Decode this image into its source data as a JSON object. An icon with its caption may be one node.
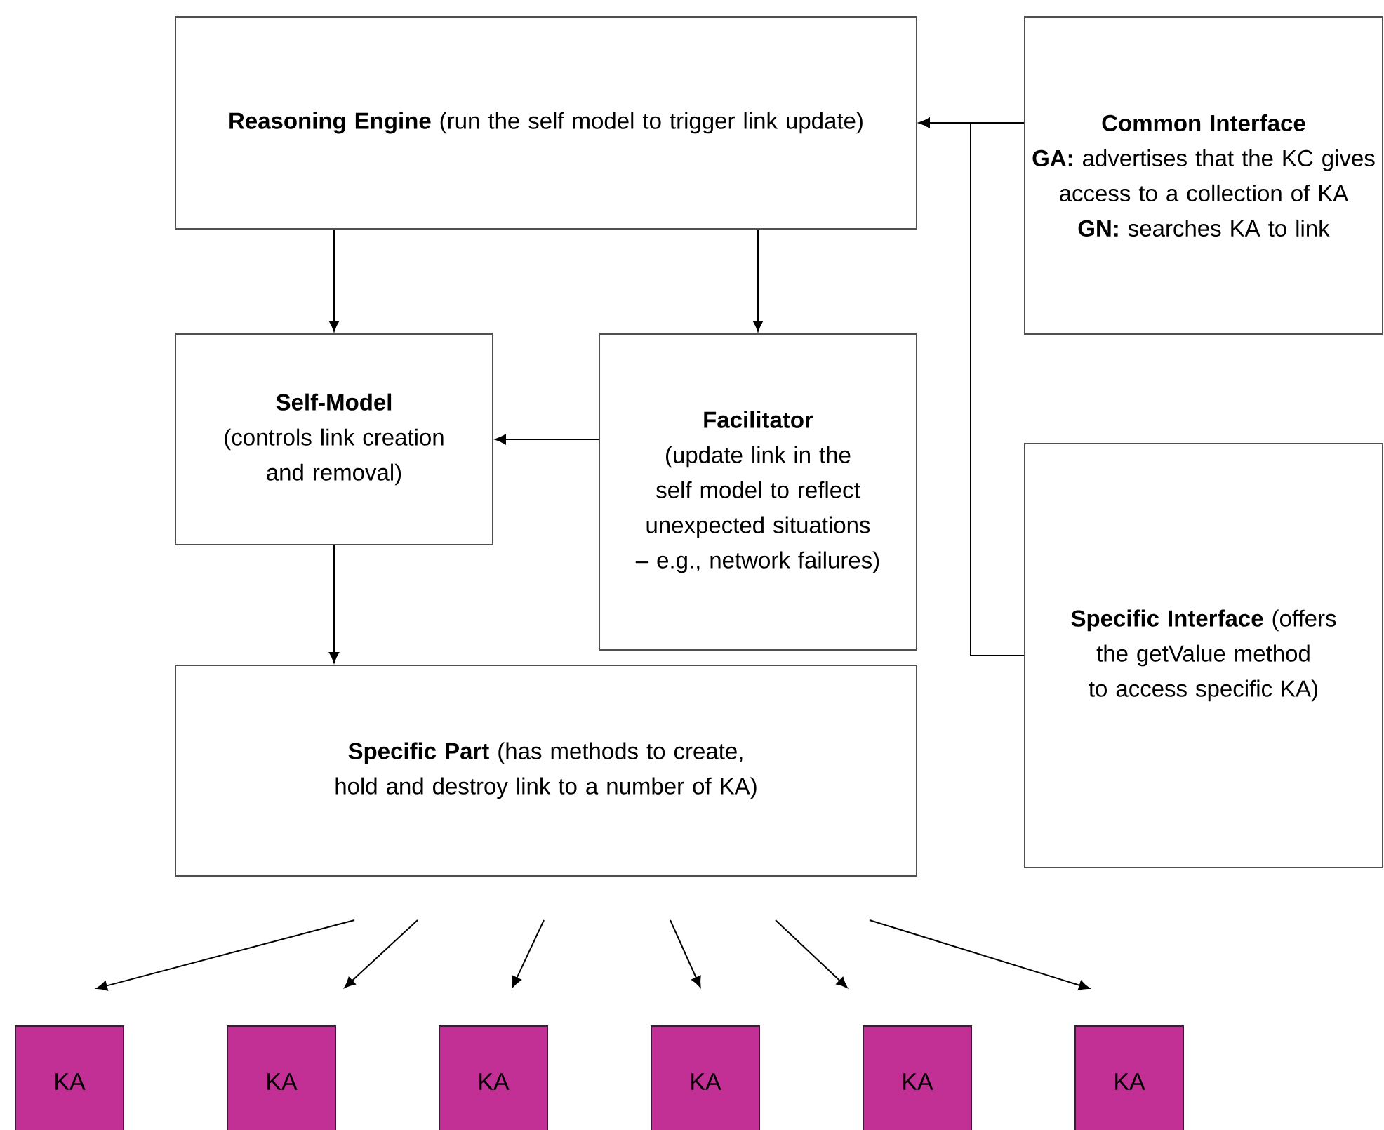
{
  "diagram": {
    "nodes": [
      {
        "text": [
          "**Reasoning Engine** (run the self model to trigger link update)"
        ]
      },
      {
        "text": [
          "Common Interface",
          "**GA:** advertises that the KC gives access to a collection of KA",
          "**GN:** searches KA to link"
        ]
      },
      {
        "text": [
          "Self-Model",
          "(controls link creation and removal)"
        ]
      },
      {
        "text": [
          "Facilitator",
          "(update link in the self model to reflect unexpected situations – e.g., network failures)"
        ]
      },
      {
        "text": [
          "**Specific Part** (has methods to create, hold and destroy link to a number of KA)"
        ]
      },
      {
        "text": [
          "**Specific Interface** (offers the getValue method to access specific KA)"
        ]
      },
      {
        "text": [
          "KA"
        ]
      },
      {
        "text": [
          "KA"
        ]
      },
      {
        "text": [
          "KA"
        ]
      },
      {
        "text": [
          "KA"
        ]
      },
      {
        "text": [
          "KA"
        ]
      },
      {
        "text": [
          "KA"
        ]
      }
    ],
    "edges": [
      {
        "from": 0,
        "to": 2,
        "arrow": "to"
      },
      {
        "from": 0,
        "to": 3,
        "arrow": "to"
      },
      {
        "from": 3,
        "to": 2,
        "arrow": "to"
      },
      {
        "from": 2,
        "to": 4,
        "arrow": "to"
      },
      {
        "from": 1,
        "to": 0,
        "arrow": "to"
      },
      {
        "from": 5,
        "to": 0,
        "arrow": "to"
      },
      {
        "from": 4,
        "to": 6,
        "arrow": "to"
      },
      {
        "from": 4,
        "to": 7,
        "arrow": "to"
      },
      {
        "from": 4,
        "to": 8,
        "arrow": "to"
      },
      {
        "from": 4,
        "to": 9,
        "arrow": "to"
      },
      {
        "from": 4,
        "to": 10,
        "arrow": "to"
      },
      {
        "from": 4,
        "to": 11,
        "arrow": "to"
      }
    ]
  }
}
